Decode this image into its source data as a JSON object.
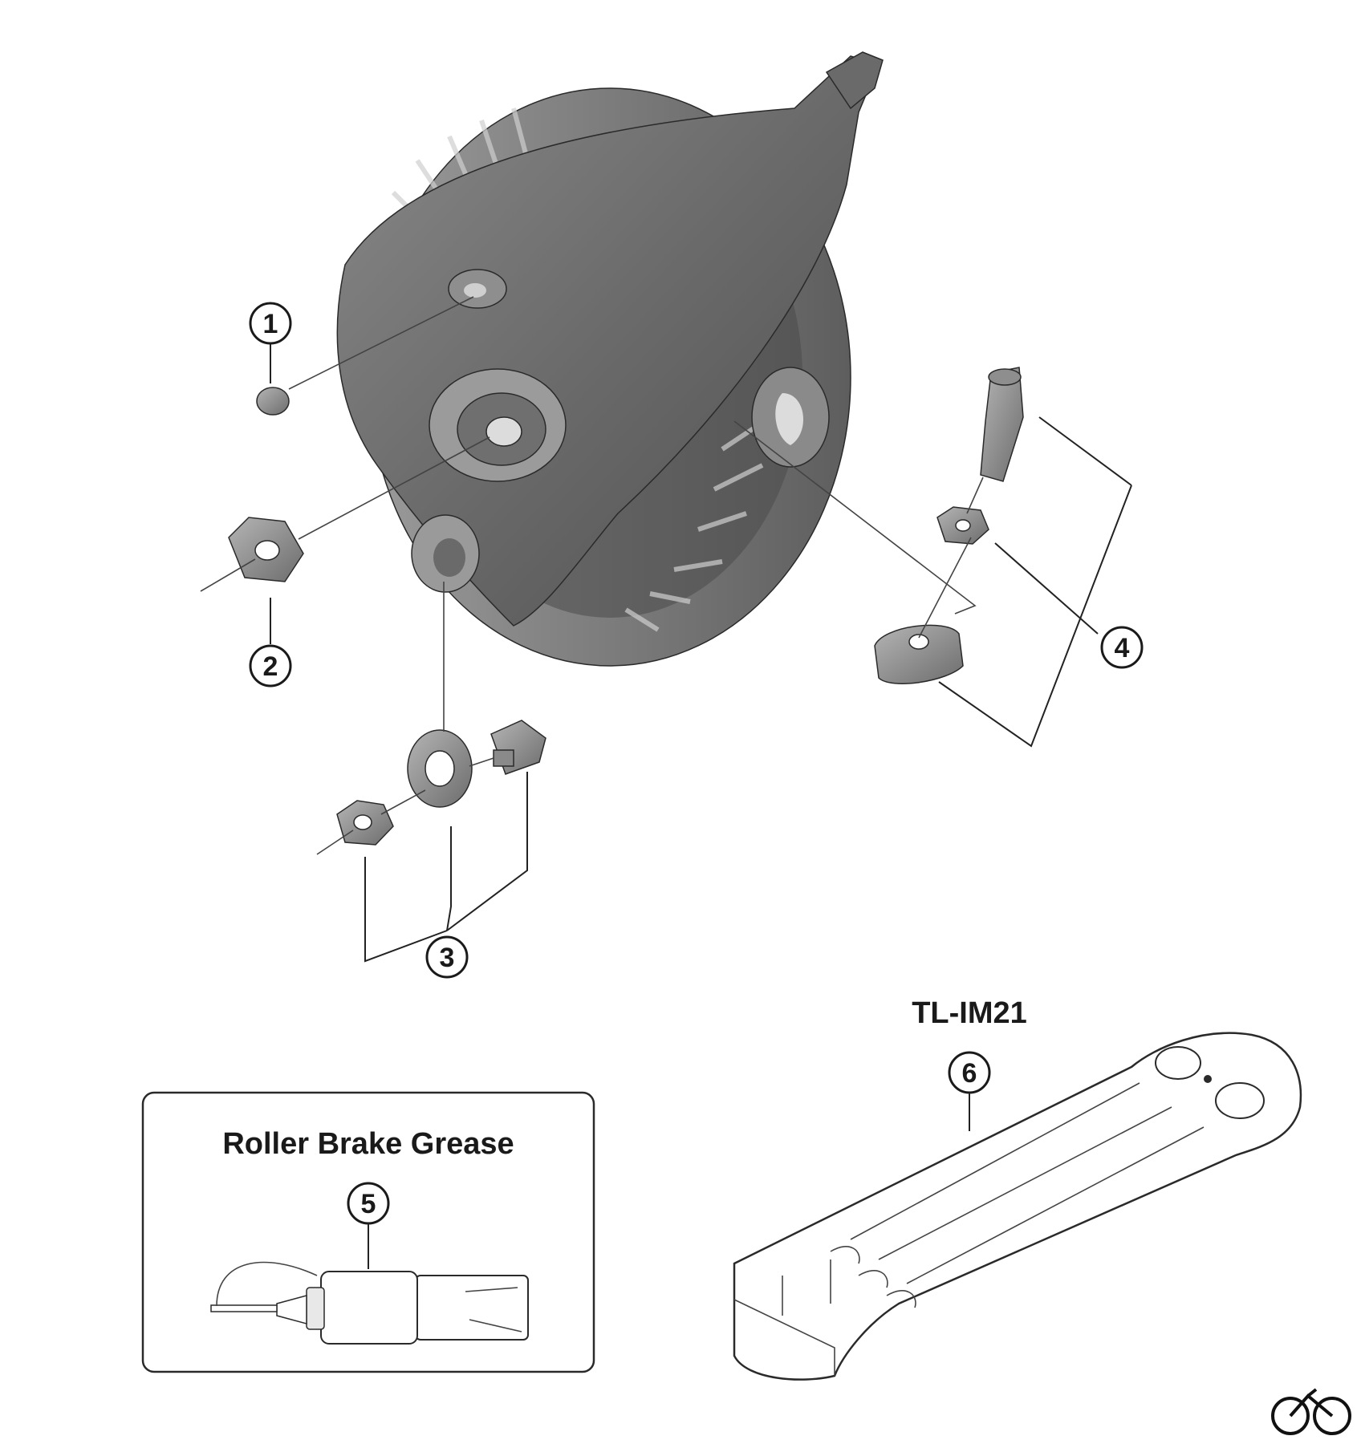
{
  "callouts": {
    "c1": "1",
    "c2": "2",
    "c3": "3",
    "c4": "4",
    "c5": "5",
    "c6": "6"
  },
  "headings": {
    "tool": "TL-IM21",
    "grease_box": "Roller Brake Grease"
  },
  "colors": {
    "part_dark": "#5a5a5a",
    "part_mid": "#7d7d7d",
    "part_light": "#a8a8a8",
    "line": "#222222"
  }
}
